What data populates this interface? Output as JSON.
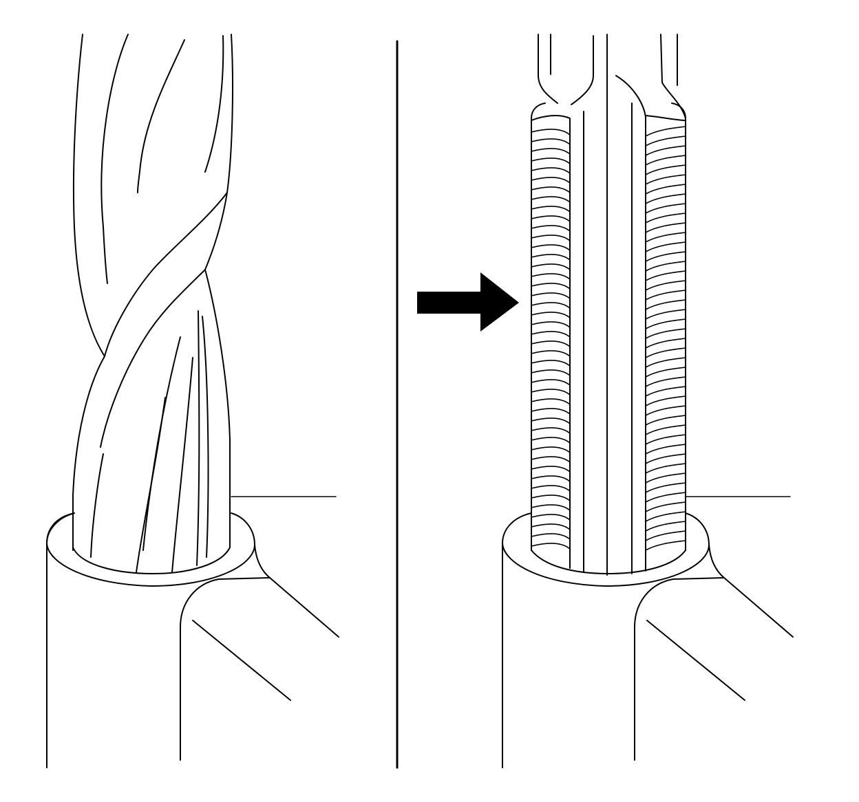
{
  "figure": {
    "panels": [
      {
        "id": "left",
        "description_key": "twisted-strand-wire"
      },
      {
        "id": "right",
        "description_key": "straightened-strand-wire"
      }
    ],
    "arrow": {
      "direction": "right",
      "color": "#000000"
    },
    "divider": {
      "color": "#000000"
    },
    "line_color": "#000000",
    "background": "#ffffff"
  }
}
